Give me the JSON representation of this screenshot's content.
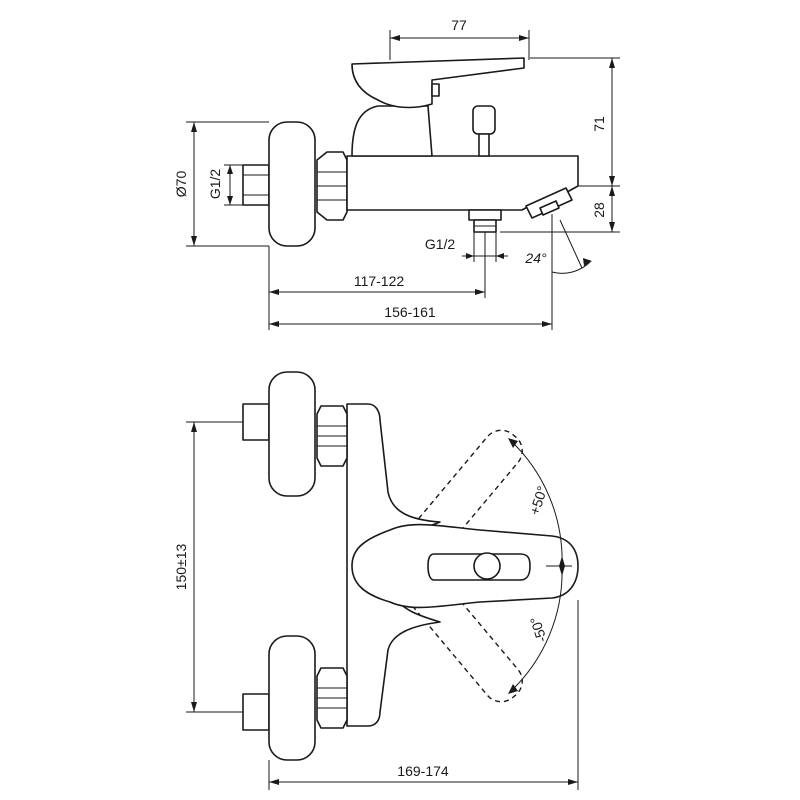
{
  "top_view": {
    "dim_handle_length": "77",
    "dim_height": "71",
    "dim_spout_height": "28",
    "dim_diameter": "Ø70",
    "dim_inlet_thread": "G1/2",
    "dim_outlet_thread": "G1/2",
    "dim_spout_angle": "24°",
    "dim_depth_outlet": "117-122",
    "dim_depth_total": "156-161"
  },
  "front_view": {
    "dim_centres": "150±13",
    "dim_width": "169-174",
    "dim_rotation_up": "+50°",
    "dim_rotation_down": "-50°"
  }
}
